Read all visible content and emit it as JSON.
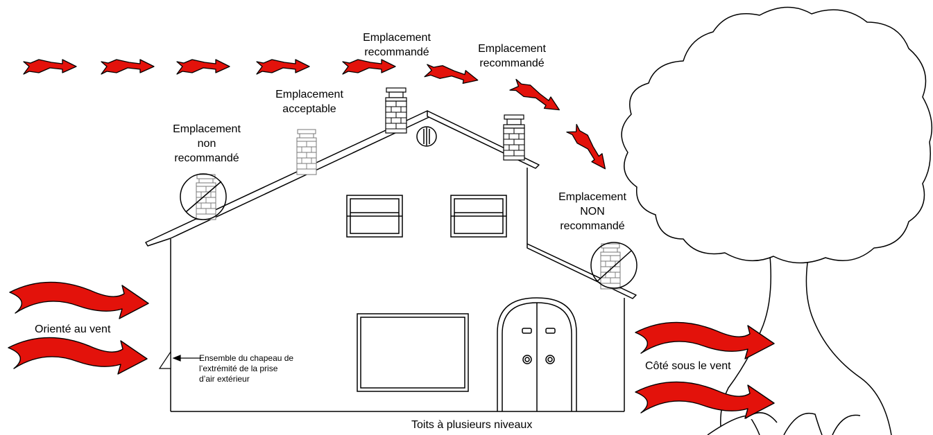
{
  "labels": {
    "not_recommended_left": [
      "Emplacement",
      "non",
      "recommandé"
    ],
    "acceptable": [
      "Emplacement",
      "acceptable"
    ],
    "recommended_1": [
      "Emplacement",
      "recommandé"
    ],
    "recommended_2": [
      "Emplacement",
      "recommandé"
    ],
    "not_recommended_right": [
      "Emplacement",
      "NON",
      "recommandé"
    ],
    "windward": "Orienté au vent",
    "leeward": "Côté sous le vent",
    "cap_assembly": [
      "Ensemble du chapeau de",
      "l’extrémité de la prise",
      "d’air extérieur"
    ],
    "caption": "Toits à plusieurs niveaux"
  },
  "colors": {
    "arrow_fill": "#e3120b",
    "line": "#000000",
    "background": "#ffffff"
  }
}
